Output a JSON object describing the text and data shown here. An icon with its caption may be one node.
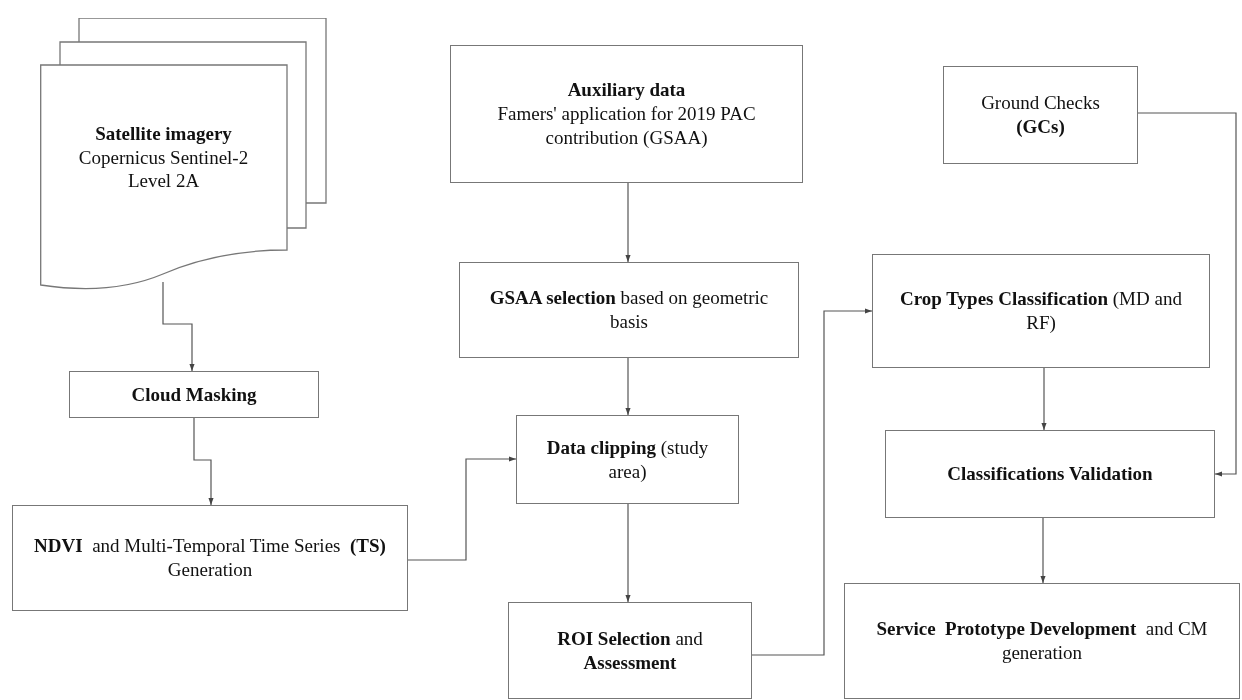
{
  "diagram": {
    "nodes": [
      {
        "text": [
          "Satellite imagery",
          "Copernicus Sentinel-2 Level 2A"
        ]
      },
      {
        "text": [
          "Auxiliary data",
          "Famers' application for 2019 PAC contribution (GSAA)"
        ]
      },
      {
        "text": [
          "Ground Checks **(GCs)**"
        ]
      },
      {
        "text": [
          "Cloud Masking"
        ]
      },
      {
        "text": [
          "**GSAA selection** based on geometric basis"
        ]
      },
      {
        "text": [
          "**Crop Types Classification** (MD and RF)"
        ]
      },
      {
        "text": [
          "**Data clipping** (study area)"
        ]
      },
      {
        "text": [
          "**NDVI**  and Multi-Temporal Time Series  **(TS)** Generation"
        ]
      },
      {
        "text": [
          "Classifications Validation"
        ]
      },
      {
        "text": [
          "**ROI Selection** and **Assessment**"
        ]
      },
      {
        "text": [
          "**Service  Prototype Development**  and CM generation"
        ]
      }
    ],
    "edges": [
      {
        "from": 0,
        "to": 3,
        "arrow": "to"
      },
      {
        "from": 3,
        "to": 7,
        "arrow": "to"
      },
      {
        "from": 7,
        "to": 6,
        "arrow": "to"
      },
      {
        "from": 1,
        "to": 4,
        "arrow": "to"
      },
      {
        "from": 4,
        "to": 6,
        "arrow": "to"
      },
      {
        "from": 6,
        "to": 9,
        "arrow": "to"
      },
      {
        "from": 9,
        "to": 5,
        "arrow": "to"
      },
      {
        "from": 5,
        "to": 8,
        "arrow": "to"
      },
      {
        "from": 8,
        "to": 10,
        "arrow": "to"
      },
      {
        "from": 2,
        "to": 8,
        "arrow": "to"
      }
    ]
  }
}
